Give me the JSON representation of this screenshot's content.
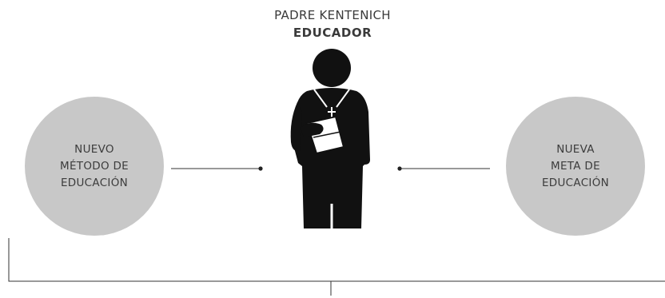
{
  "header": {
    "name": "PADRE KENTENICH",
    "role": "EDUCADOR"
  },
  "left_circle": {
    "lines": [
      "NUEVO",
      "MÉTODO DE",
      "EDUCACIÓN"
    ]
  },
  "right_circle": {
    "lines": [
      "NUEVA",
      "META DE",
      "EDUCACIÓN"
    ]
  },
  "colors": {
    "circle_fill": "#c8c8c8",
    "figure": "#111111",
    "lines": "#333333"
  },
  "icons": {
    "figure": "priest-figure-icon"
  }
}
